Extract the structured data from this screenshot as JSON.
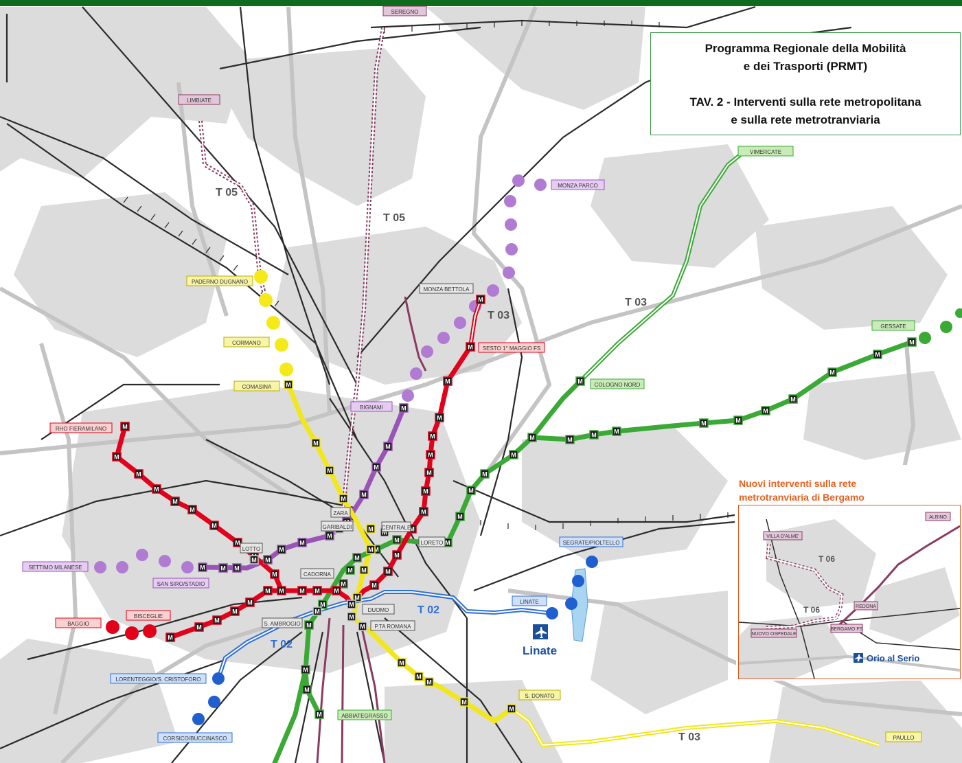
{
  "header": {
    "title_line1": "Programma Regionale della Mobilità",
    "title_line2": "e dei Trasporti (PRMT)",
    "title_line3": "TAV. 2 - Interventi sulla rete metropolitana",
    "title_line4": "e sulla rete metrotranviaria"
  },
  "inset": {
    "title_line1": "Nuovi interventi sulla rete",
    "title_line2": "metrotranviaria di Bergamo",
    "labels": {
      "albino": "ALBINO",
      "villa_dalme": "VILLA D'ALME'",
      "t06_a": "T 06",
      "t06_b": "T 06",
      "redona": "REDONA",
      "bergamo_fs": "BERGAMO FS",
      "nuovo_ospedale": "NUOVO OSPEDALE",
      "orio": "Orio al Serio"
    }
  },
  "colors": {
    "m1_red": "#e2001a",
    "m2_green": "#3aa935",
    "m3_yellow": "#f1e71c",
    "m5_purple": "#9a54b8",
    "m4_blue": "#2e6fd8",
    "tram_maroon": "#8b3a62",
    "rail": "#2a2a2a",
    "road": "#c8c8c8",
    "urban": "#d9d9d9",
    "inset_orange": "#e05a1e",
    "title_border": "#3c9a4a",
    "header_bar": "#0f6b1e"
  },
  "map": {
    "stations": {
      "seregno": "SEREGNO",
      "limbiate": "LIMBIATE",
      "vimercate": "VIMERCATE",
      "monza_parco": "MONZA PARCO",
      "monza_bettola": "MONZA BETTOLA",
      "paderno": "PADERNO DUGNANO",
      "cormano": "CORMANO",
      "comasina": "COMASINA",
      "bignami": "BIGNAMI",
      "sesto": "SESTO 1° MAGGIO FS",
      "cologno": "COLOGNO NORD",
      "gessate": "GESSATE",
      "rho": "RHO FIERAMILANO",
      "zara": "ZARA",
      "garibaldi": "GARIBALDI",
      "centrale": "CENTRALE",
      "loreto": "LORETO",
      "lotto": "LOTTO",
      "cadorna": "CADORNA",
      "settimo": "SETTIMO MILANESE",
      "san_siro": "SAN SIRO/STADIO",
      "segrate": "SEGRATE/PIOLTELLO",
      "linate_stop": "LINATE",
      "bisceglie": "BISCEGLIE",
      "baggio": "BAGGIO",
      "duomo": "DUOMO",
      "s_ambrogio": "S. AMBROGIO",
      "rta_romana": "P.TA ROMANA",
      "lorenteggio": "LORENTEGGIO/S. CRISTOFORO",
      "corsico": "CORSICO/BUCCINASCO",
      "abbiategrasso": "ABBIATEGRASSO",
      "s_donato": "S. DONATO",
      "paullo": "PAULLO"
    },
    "line_labels": {
      "t05_a": "T 05",
      "t05_b": "T 05",
      "t03_a": "T 03",
      "t03_b": "T 03",
      "t03_c": "T 03",
      "t02_a": "T 02",
      "t02_b": "T 02"
    },
    "airport": "Linate",
    "metro_symbol": "M"
  }
}
